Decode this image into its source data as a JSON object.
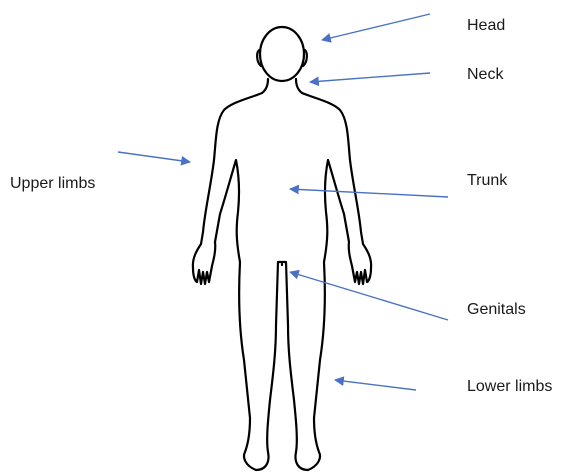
{
  "labels": {
    "head": "Head",
    "neck": "Neck",
    "upper_limbs": "Upper limbs",
    "trunk": "Trunk",
    "genitals": "Genitals",
    "lower_limbs": "Lower limbs"
  },
  "colors": {
    "arrow": "#4a72c4",
    "outline": "#000000",
    "text": "#1a1a1a"
  }
}
